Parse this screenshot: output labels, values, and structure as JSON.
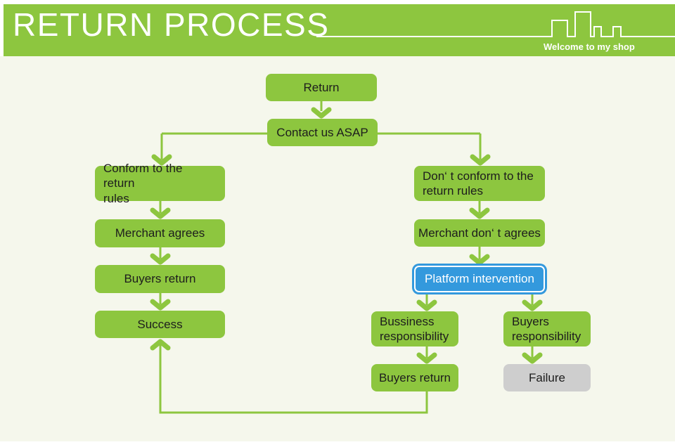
{
  "colors": {
    "green": "#8dc63f",
    "blue": "#3399dd",
    "gray": "#cecece",
    "cream": "#f5f7ec",
    "ink": "#1d1d1d",
    "white": "#ffffff"
  },
  "header": {
    "title": "RETURN PROCESS",
    "tagline": "Welcome to my shop"
  },
  "flowchart": {
    "nodes": {
      "return": {
        "label": "Return"
      },
      "contact": {
        "label": "Contact us ASAP"
      },
      "conform": {
        "label": "Conform to the return\nrules"
      },
      "merchant_agrees": {
        "label": "Merchant agrees"
      },
      "buyers_return_left": {
        "label": "Buyers return"
      },
      "success": {
        "label": "Success"
      },
      "dont_conform": {
        "label": "Don‘ t conform to the\nreturn rules"
      },
      "merchant_dont_agrees": {
        "label": "Merchant don‘ t agrees"
      },
      "platform_intervention": {
        "label": "Platform intervention"
      },
      "business_responsibility": {
        "label": "Bussiness\nresponsibility"
      },
      "buyers_responsibility": {
        "label": "Buyers\nresponsibility"
      },
      "buyers_return_bottom": {
        "label": "Buyers return"
      },
      "failure": {
        "label": "Failure"
      }
    }
  }
}
